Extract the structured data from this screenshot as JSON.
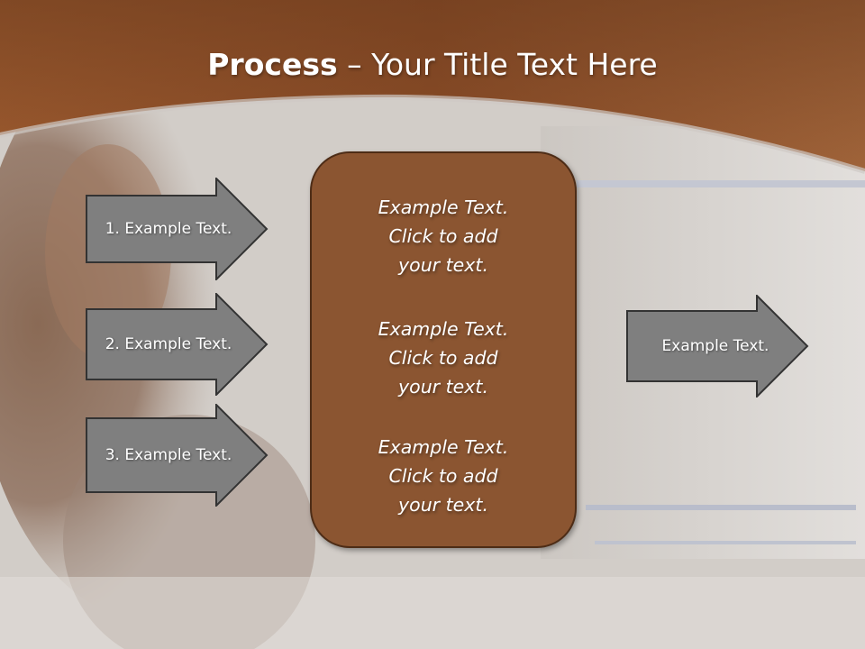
{
  "slide": {
    "title_bold": "Process",
    "title_rest": " – Your Title Text Here",
    "colors": {
      "header_brown": "#8c4f29",
      "box_brown": "#8b5531",
      "arrow_gray": "#7f7f7f",
      "background_gray": "#d3cfcb"
    }
  },
  "left_arrows": [
    {
      "label": "1. Example Text."
    },
    {
      "label": "2. Example Text."
    },
    {
      "label": "3. Example Text."
    }
  ],
  "center_box": {
    "paragraphs": [
      {
        "line1": "Example Text.",
        "line2": "Click  to add",
        "line3": "your text."
      },
      {
        "line1": "Example Text.",
        "line2": "Click  to add",
        "line3": "your text."
      },
      {
        "line1": "Example Text.",
        "line2": "Click  to add",
        "line3": "your text."
      }
    ]
  },
  "right_arrow": {
    "label": "Example Text."
  }
}
